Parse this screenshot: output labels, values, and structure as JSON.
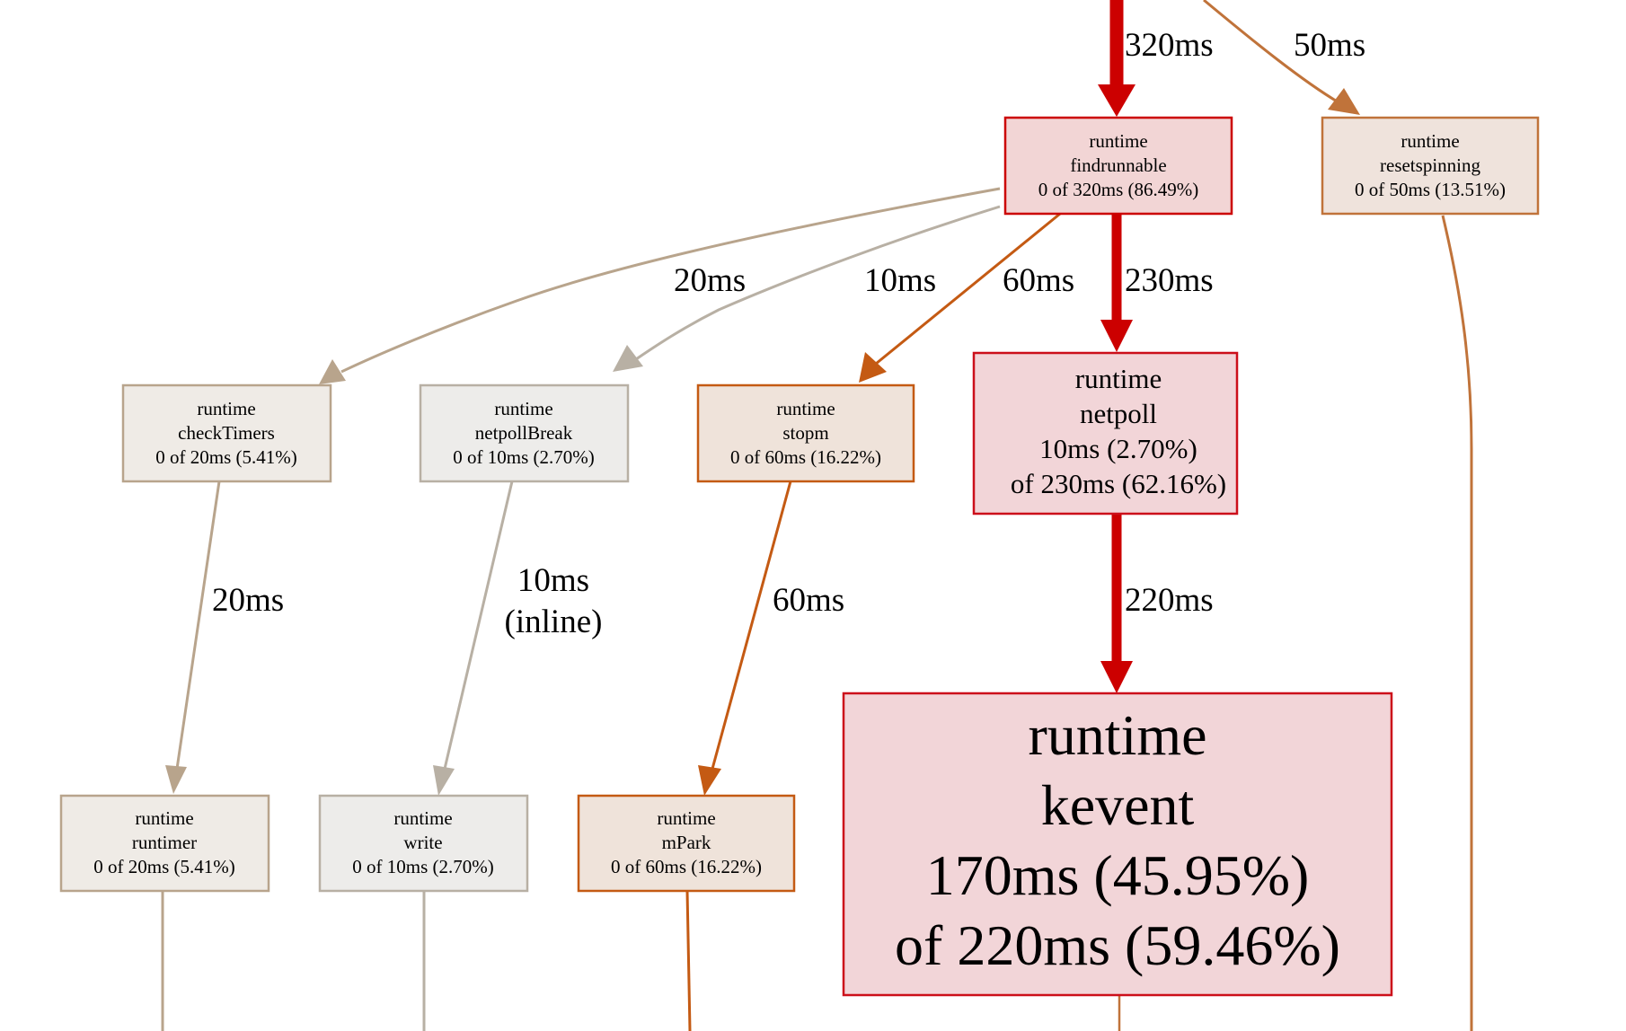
{
  "nodes": {
    "findrunnable": {
      "lines": [
        "runtime",
        "findrunnable",
        "0 of 320ms (86.49%)"
      ],
      "fill": "#f2d5d5",
      "stroke": "#cc0000"
    },
    "resetspinning": {
      "lines": [
        "runtime",
        "resetspinning",
        "0 of 50ms (13.51%)"
      ],
      "fill": "#efe3dc",
      "stroke": "#c0733a"
    },
    "checkTimers": {
      "lines": [
        "runtime",
        "checkTimers",
        "0 of 20ms (5.41%)"
      ],
      "fill": "#efebe6",
      "stroke": "#b8a48c"
    },
    "netpollBreak": {
      "lines": [
        "runtime",
        "netpollBreak",
        "0 of 10ms (2.70%)"
      ],
      "fill": "#edecea",
      "stroke": "#b8b0a4"
    },
    "stopm": {
      "lines": [
        "runtime",
        "stopm",
        "0 of 60ms (16.22%)"
      ],
      "fill": "#efe3da",
      "stroke": "#c45a13"
    },
    "netpoll": {
      "lines": [
        "runtime",
        "netpoll",
        "10ms (2.70%)",
        "of 230ms (62.16%)"
      ],
      "fill": "#f2d5d8",
      "stroke": "#cc0f1a"
    },
    "runtimer": {
      "lines": [
        "runtime",
        "runtimer",
        "0 of 20ms (5.41%)"
      ],
      "fill": "#efebe6",
      "stroke": "#b8a48c"
    },
    "write": {
      "lines": [
        "runtime",
        "write",
        "0 of 10ms (2.70%)"
      ],
      "fill": "#edecea",
      "stroke": "#b8b0a4"
    },
    "mPark": {
      "lines": [
        "runtime",
        "mPark",
        "0 of 60ms (16.22%)"
      ],
      "fill": "#efe3da",
      "stroke": "#c45a13"
    },
    "kevent": {
      "lines": [
        "runtime",
        "kevent",
        "170ms (45.95%)",
        "of 220ms (59.46%)"
      ],
      "fill": "#f2d5d8",
      "stroke": "#cc0f1a"
    }
  },
  "edges": {
    "into_findrunnable": {
      "label": "320ms",
      "color": "#cc0000"
    },
    "into_resetspinning": {
      "label": "50ms",
      "color": "#c0733a"
    },
    "findrunnable_checkTimers": {
      "label": "20ms",
      "color": "#b8a48c"
    },
    "findrunnable_netpollBreak": {
      "label": "10ms",
      "color": "#b8b0a4"
    },
    "findrunnable_stopm": {
      "label": "60ms",
      "color": "#c45a13"
    },
    "findrunnable_netpoll": {
      "label": "230ms",
      "color": "#cc0000"
    },
    "checkTimers_runtimer": {
      "label": "20ms",
      "color": "#b8a48c"
    },
    "netpollBreak_write": {
      "label_lines": [
        "10ms",
        "(inline)"
      ],
      "color": "#b8b0a4"
    },
    "stopm_mPark": {
      "label": "60ms",
      "color": "#c45a13"
    },
    "netpoll_kevent": {
      "label": "220ms",
      "color": "#cc0000"
    },
    "runtimer_out": {
      "color": "#b8a48c"
    },
    "write_out": {
      "color": "#b8b0a4"
    },
    "mPark_out": {
      "color": "#c45a13"
    },
    "kevent_out": {
      "color": "#c0733a"
    },
    "resetspinning_out": {
      "color": "#c0733a"
    }
  }
}
